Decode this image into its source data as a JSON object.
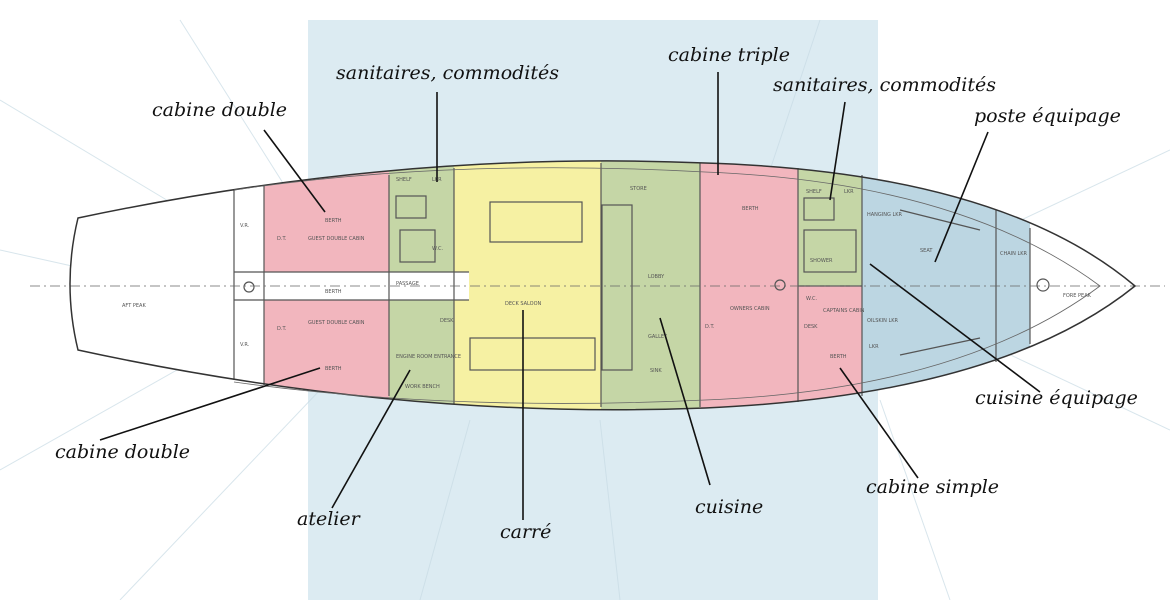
{
  "callouts": {
    "cabine_double_top": "cabine double",
    "cabine_double_bottom": "cabine double",
    "sanitaires_aft": "sanitaires, commodités",
    "sanitaires_fwd": "sanitaires, commodités",
    "cabine_triple": "cabine triple",
    "poste_equipage": "poste équipage",
    "cuisine_equipage": "cuisine équipage",
    "cabine_simple": "cabine simple",
    "atelier": "atelier",
    "carre": "carré",
    "cuisine": "cuisine"
  },
  "plan_labels": {
    "aft_peak": "AFT PEAK",
    "fore_peak": "FORE PEAK",
    "deck_saloon": "DECK SALOON",
    "passage": "PASSAGE",
    "guest_double_cabin": "GUEST DOUBLE CABIN",
    "berth": "BERTH",
    "owners_cabin": "OWNERS CABIN",
    "galley": "GALLEY",
    "store": "STORE",
    "lobby": "LOBBY",
    "shower": "SHOWER",
    "shelf": "SHELF",
    "lkr": "LKR",
    "wc": "W.C.",
    "seat": "SEAT",
    "desk": "DESK",
    "engine_room_entrance": "ENGINE ROOM ENTRANCE",
    "work_bench": "WORK BENCH",
    "captains_cabin": "CAPTAINS CABIN",
    "chain_lkr": "CHAIN LKR",
    "hanging_lkr": "HANGING LKR",
    "oilskin_lkr": "OILSKIN LKR",
    "sink": "SINK",
    "dt": "D.T.",
    "vr": "V.R."
  },
  "colors": {
    "pink": "#f2b6be",
    "green": "#c5d6a6",
    "yellow": "#f6f1a3",
    "blue": "#bcd6e2",
    "band": "#dcebf2"
  }
}
